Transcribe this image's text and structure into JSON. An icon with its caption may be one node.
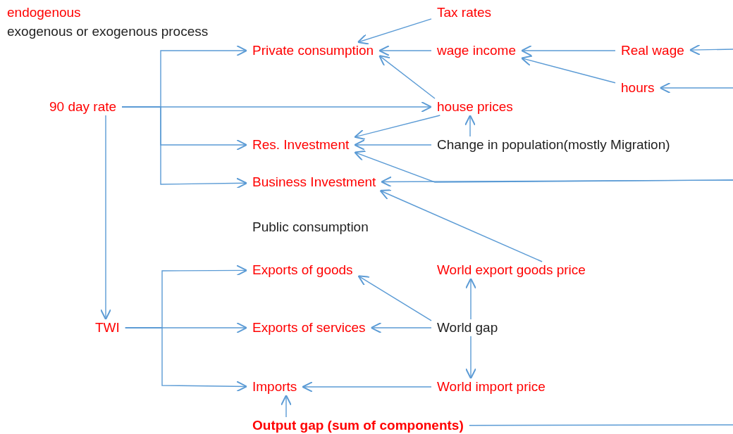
{
  "diagram": {
    "nodes": [
      {
        "text": [
          "Tax rates"
        ]
      },
      {
        "text": [
          "Private consumption"
        ]
      },
      {
        "text": [
          "wage income"
        ]
      },
      {
        "text": [
          "Real wage"
        ]
      },
      {
        "text": [
          "hours"
        ]
      },
      {
        "text": [
          "90 day rate"
        ]
      },
      {
        "text": [
          "house prices"
        ]
      },
      {
        "text": [
          "Res. Investment"
        ]
      },
      {
        "text": [
          "Change in population(mostly Migration)"
        ]
      },
      {
        "text": [
          "Business Investment"
        ]
      },
      {
        "text": [
          "Exports of goods"
        ]
      },
      {
        "text": [
          "World export goods price"
        ]
      },
      {
        "text": [
          "TWI"
        ]
      },
      {
        "text": [
          "Exports of services"
        ]
      },
      {
        "text": [
          "World gap"
        ]
      },
      {
        "text": [
          "Imports"
        ]
      },
      {
        "text": [
          "World import price"
        ]
      },
      {
        "text": [
          "Output gap (sum of components)"
        ]
      }
    ],
    "edges": [
      {
        "from": 0,
        "to": 1,
        "arrow": "to"
      },
      {
        "from": 2,
        "to": 1,
        "arrow": "to"
      },
      {
        "from": 3,
        "to": 2,
        "arrow": "to"
      },
      {
        "from": 4,
        "to": 2,
        "arrow": "to"
      },
      {
        "from": null,
        "to": 3,
        "arrow": "to"
      },
      {
        "from": null,
        "to": 4,
        "arrow": "to"
      },
      {
        "from": 6,
        "to": 1,
        "arrow": "to"
      },
      {
        "from": 5,
        "to": 6,
        "arrow": "to"
      },
      {
        "from": 5,
        "to": 1,
        "arrow": "to"
      },
      {
        "from": 5,
        "to": 7,
        "arrow": "to"
      },
      {
        "from": 5,
        "to": 9,
        "arrow": "to"
      },
      {
        "from": 6,
        "to": 7,
        "arrow": "to"
      },
      {
        "from": 8,
        "to": 6,
        "arrow": "to"
      },
      {
        "from": 8,
        "to": 7,
        "arrow": "to"
      },
      {
        "from": null,
        "to": 9,
        "arrow": "to"
      },
      {
        "from": null,
        "to": 7,
        "arrow": "to"
      },
      {
        "from": 11,
        "to": 9,
        "arrow": "to"
      },
      {
        "from": 5,
        "to": 12,
        "arrow": "to"
      },
      {
        "from": 12,
        "to": 10,
        "arrow": "to"
      },
      {
        "from": 12,
        "to": 13,
        "arrow": "to"
      },
      {
        "from": 12,
        "to": 15,
        "arrow": "to"
      },
      {
        "from": 14,
        "to": 10,
        "arrow": "to"
      },
      {
        "from": 14,
        "to": 13,
        "arrow": "to"
      },
      {
        "from": 14,
        "to": 11,
        "arrow": "to"
      },
      {
        "from": 14,
        "to": 16,
        "arrow": "to"
      },
      {
        "from": 16,
        "to": 15,
        "arrow": "to"
      },
      {
        "from": 17,
        "to": 15,
        "arrow": "to"
      },
      {
        "from": 17,
        "to": null,
        "arrow": "none"
      }
    ],
    "labels": [
      "endogenous",
      "exogenous or exogenous process",
      "Public consumption"
    ]
  }
}
